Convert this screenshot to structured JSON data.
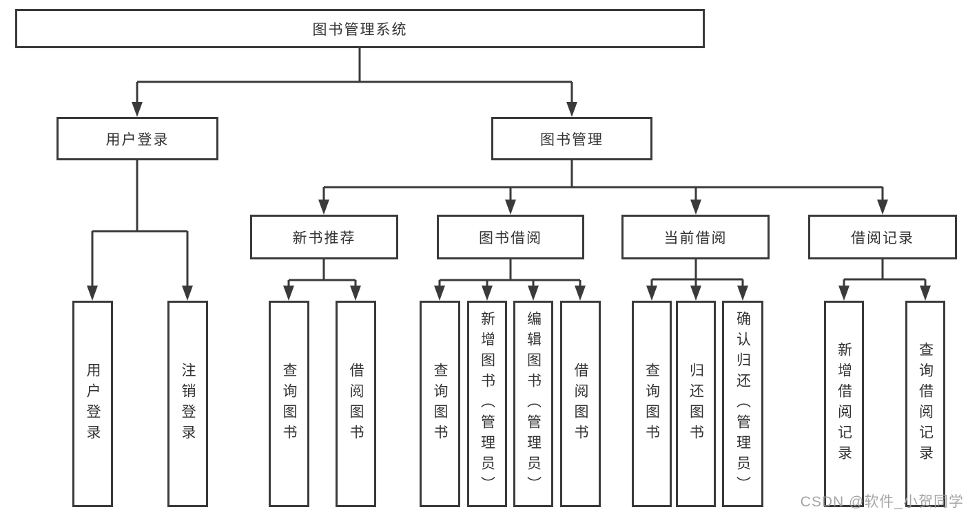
{
  "title": "图书管理系统",
  "user": {
    "label": "用户登录",
    "children": {
      "login": "用户登录",
      "logout": "注销登录"
    }
  },
  "book": {
    "label": "图书管理",
    "recommend": {
      "label": "新书推荐",
      "children": {
        "query": "查询图书",
        "borrow": "借阅图书"
      }
    },
    "borrow": {
      "label": "图书借阅",
      "children": {
        "query": "查询图书",
        "add": "新增图书（管理员）",
        "edit": "编辑图书（管理员）",
        "borrow": "借阅图书"
      }
    },
    "current": {
      "label": "当前借阅",
      "children": {
        "query": "查询图书",
        "return": "归还图书",
        "confirm": "确认归还（管理员）"
      }
    },
    "record": {
      "label": "借阅记录",
      "children": {
        "add": "新增借阅记录",
        "query": "查询借阅记录"
      }
    }
  },
  "watermark": "CSDN @软件_小贺同学",
  "colors": {
    "line": "#3a3a3a",
    "text": "#333333",
    "watermark": "#9e9e9e",
    "background": "#ffffff"
  }
}
